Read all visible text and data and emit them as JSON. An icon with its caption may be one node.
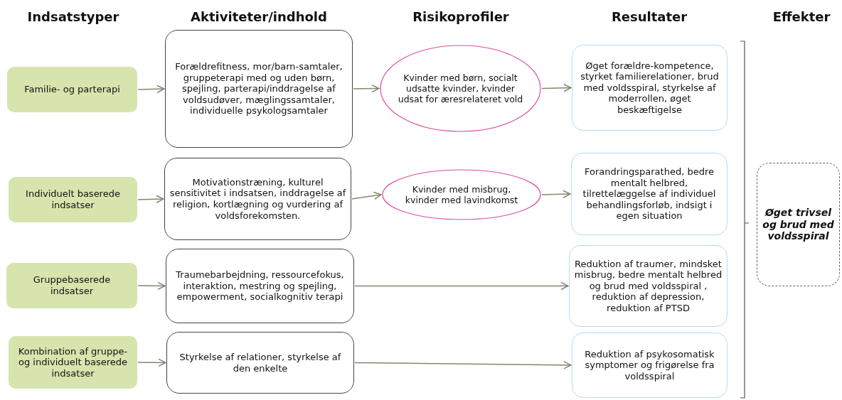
{
  "diagram": {
    "nodes": [
      {
        "text": [
          "Familie- og parterapi"
        ]
      },
      {
        "text": [
          "Forældrefitness, mor/barn-samtaler, gruppeterapi med og uden børn, spejling, parterapi/inddragelse af voldsudøver, mæglingssamtaler, individuelle psykologsamtaler"
        ]
      },
      {
        "text": [
          "Kvinder med børn, socialt udsatte kvinder, kvinder udsat for æresrelateret vold"
        ]
      },
      {
        "text": [
          "Øget forældre-kompetence, styrket familierelationer, brud med voldsspiral, styrkelse af moderrollen, øget beskæftigelse"
        ]
      },
      {
        "text": [
          "Individuelt baserede indsatser"
        ]
      },
      {
        "text": [
          "Motivationstræning, kulturel sensitivitet i indsatsen, inddragelse af religion, kortlægning og vurdering af voldsforekomsten."
        ]
      },
      {
        "text": [
          "Kvinder med misbrug, kvinder med lavindkomst"
        ]
      },
      {
        "text": [
          "Forandringsparathed, bedre mentalt helbred, tilrettelæggelse af individuel behandlingsforløb, indsigt i egen situation"
        ]
      },
      {
        "text": [
          "Gruppebaserede indsatser"
        ]
      },
      {
        "text": [
          "Traumebarbejdning, ressourcefokus, interaktion, mestring og spejling, empowerment, socialkognitiv terapi"
        ]
      },
      {
        "text": [
          "Reduktion af traumer, mindsket misbrug, bedre mentalt helbred og brud med voldsspiral , reduktion af depression, reduktion af PTSD"
        ]
      },
      {
        "text": [
          "Kombination af gruppe- og individuelt baserede indsatser"
        ]
      },
      {
        "text": [
          "Styrkelse af relationer, styrkelse af den enkelte"
        ]
      },
      {
        "text": [
          "Reduktion af psykosomatisk symptomer og frigørelse fra voldsspiral"
        ]
      },
      {
        "text": [
          "Øget trivsel og brud med voldsspiral"
        ]
      }
    ],
    "edges": [
      {
        "from": 0,
        "to": 1,
        "arrow": "to"
      },
      {
        "from": 1,
        "to": 2,
        "arrow": "to"
      },
      {
        "from": 2,
        "to": 3,
        "arrow": "to"
      },
      {
        "from": 4,
        "to": 5,
        "arrow": "to"
      },
      {
        "from": 5,
        "to": 6,
        "arrow": "to"
      },
      {
        "from": 6,
        "to": 7,
        "arrow": "to"
      },
      {
        "from": 8,
        "to": 9,
        "arrow": "to"
      },
      {
        "from": 9,
        "to": 10,
        "arrow": "to"
      },
      {
        "from": 11,
        "to": 12,
        "arrow": "to"
      },
      {
        "from": 12,
        "to": 13,
        "arrow": "to"
      }
    ],
    "labels": [
      "Indsatstyper",
      "Aktiviteter/indhold",
      "Risikoprofiler",
      "Resultater",
      "Effekter"
    ]
  }
}
